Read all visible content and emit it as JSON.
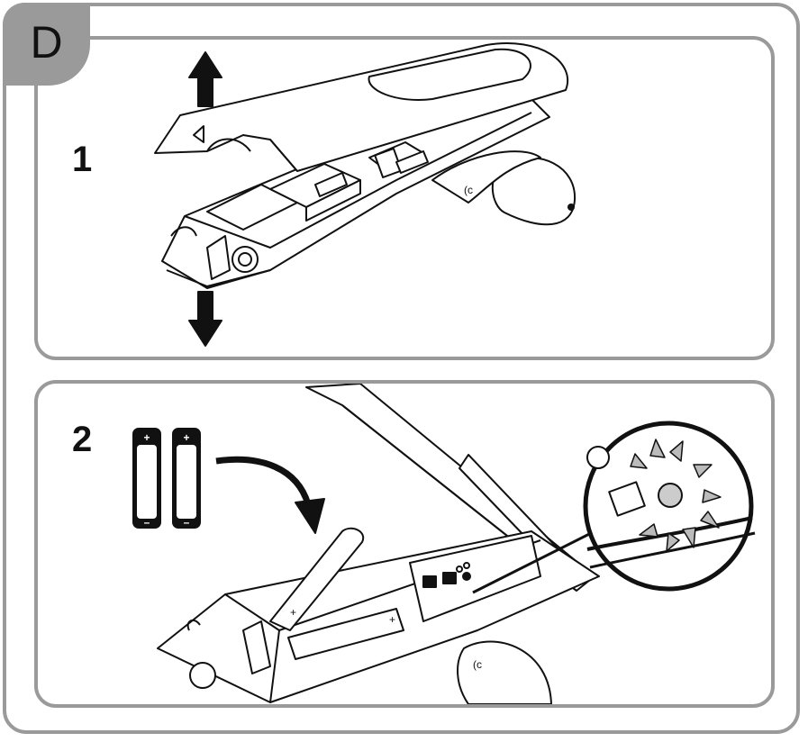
{
  "section": {
    "letter": "D"
  },
  "steps": [
    {
      "number": "1"
    },
    {
      "number": "2"
    }
  ],
  "batteries": {
    "count": 2,
    "plus": "+",
    "minus": "–"
  },
  "icons": [
    "arrow-up-icon",
    "arrow-down-icon",
    "curved-arrow-icon",
    "led-blink-icon"
  ],
  "colors": {
    "frame": "#9a9a9a",
    "ink": "#111111",
    "fill": "#ffffff"
  }
}
